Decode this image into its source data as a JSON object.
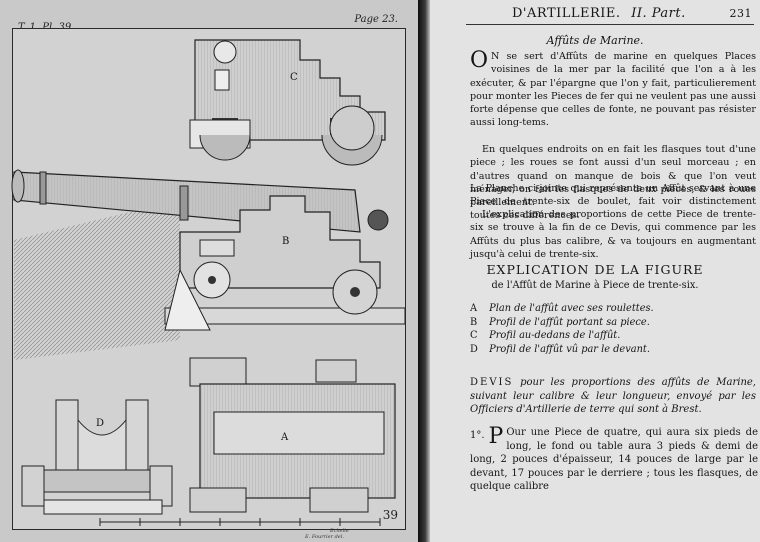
{
  "plate": {
    "reference": "T. 1. Pl. 39",
    "page_note": "Page 23.",
    "plate_number": "39",
    "signature_left": "Echelle",
    "signature_right": "E. Fourrier del.",
    "figure_labels": {
      "A": "A",
      "B": "B",
      "C": "C",
      "D": "D"
    }
  },
  "text_page": {
    "running_head": {
      "title": "D'ARTILLERIE.",
      "part": "II. Part.",
      "page_number": "231"
    },
    "section_title": "Affûts de Marine.",
    "paragraph_1_dropcap": "O",
    "paragraph_1": "N se sert d'Affûts de marine en quelques Places voisines de la mer par la facilité que l'on a à les exécuter, & par l'épargne que l'on y fait, particulierement pour monter les Pieces de fer qui ne veulent pas une aussi forte dépense que celles de fonte, ne pouvant pas résister aussi long-tems.",
    "paragraph_2": "En quelques endroits on en fait les flasques tout d'une piece ; les roues se font aussi d'un seul morceau ; en d'autres quand on manque de bois & que l'on veut ménager, on fait les flasques de deux pieces, & les roues pareillement.",
    "paragraph_3": "La Planche ci-jointe qui représente un Affût servant à une Piece de trente-six de boulet, fait voir distinctement toutes ces différences.",
    "paragraph_4": "L'explication des proportions de cette Piece de trente-six se trouve à la fin de ce Devis, qui commence par les Affûts du plus bas calibre, & va toujours en augmentant jusqu'à celui de trente-six.",
    "figure_heading": "EXPLICATION DE LA FIGURE",
    "figure_subheading": "de l'Affût de Marine à Piece de trente-six.",
    "legend": [
      {
        "key": "A",
        "text": "Plan de l'affût avec ses roulettes."
      },
      {
        "key": "B",
        "text": "Profil de l'affût portant sa piece."
      },
      {
        "key": "C",
        "text": "Profil au-dedans de l'affût."
      },
      {
        "key": "D",
        "text": "Profil de l'affût vû par le devant."
      }
    ],
    "devis_lead": "DEVIS",
    "devis_text": "pour les proportions des affûts de Marine, suivant leur calibre & leur longueur, envoyé par les Officiers d'Artillerie de terre qui sont à Brest.",
    "numbered_marker": "1°.",
    "numbered_dropcap": "P",
    "numbered_paragraph": "Our une Piece de quatre, qui aura six pieds de long, le fond ou table aura 3 pieds & demi de long, 2 pouces d'épaisseur, 14 pouces de large par le devant, 17 pouces par le derriere ; tous les flasques, de quelque calibre"
  }
}
